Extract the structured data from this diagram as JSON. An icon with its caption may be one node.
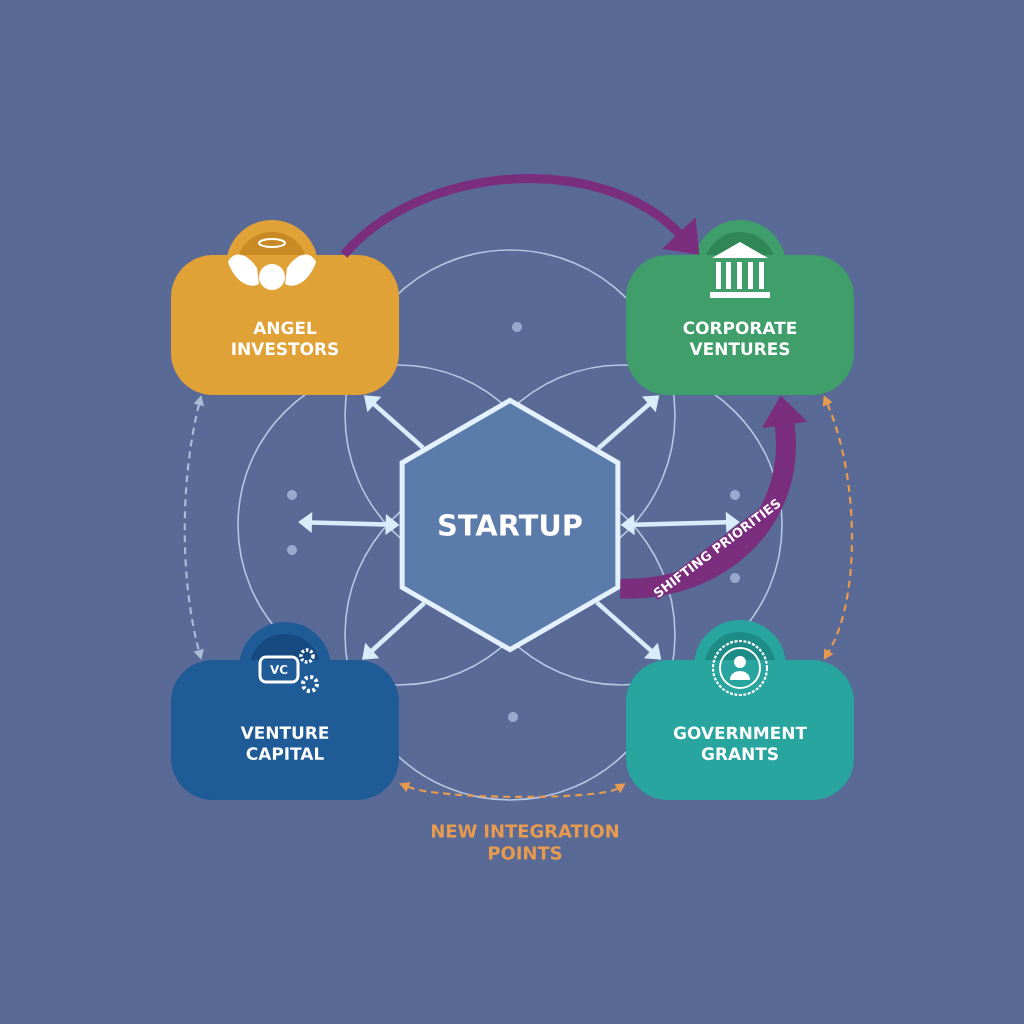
{
  "diagram": {
    "nodes": [
      {
        "text": [
          "ANGEL INVESTORS"
        ]
      },
      {
        "text": [
          "CORPORATE VENTURES"
        ]
      },
      {
        "text": [
          "STARTUP"
        ]
      },
      {
        "text": [
          "VENTURE CAPITAL"
        ]
      },
      {
        "text": [
          "GOVERNMENT GRANTS"
        ]
      }
    ],
    "edges": [
      {
        "from": 2,
        "to": 0,
        "arrow": "to"
      },
      {
        "from": 2,
        "to": 1,
        "arrow": "to"
      },
      {
        "from": 2,
        "to": 3,
        "arrow": "to"
      },
      {
        "from": 2,
        "to": 4,
        "arrow": "to"
      },
      {
        "from": 2,
        "to": null,
        "arrow": "both"
      },
      {
        "from": 2,
        "to": null,
        "arrow": "both"
      },
      {
        "from": 0,
        "to": 1,
        "arrow": "to",
        "style": "thick",
        "color": "#7b2d7e"
      },
      {
        "from": 2,
        "to": 1,
        "arrow": "to",
        "style": "thick",
        "color": "#7b2d7e",
        "label": "SHIFTING PRIORITIES"
      },
      {
        "from": 3,
        "to": 4,
        "arrow": "both",
        "style": "dashed",
        "color": "#e89a4e",
        "label": "NEW INTEGRATION POINTS"
      },
      {
        "from": 1,
        "to": 4,
        "arrow": "both",
        "style": "dashed",
        "color": "#e89a4e"
      },
      {
        "from": 0,
        "to": 3,
        "arrow": "both",
        "style": "dashed",
        "color": "#a8bcd6"
      }
    ],
    "labels": [
      "VC"
    ]
  }
}
